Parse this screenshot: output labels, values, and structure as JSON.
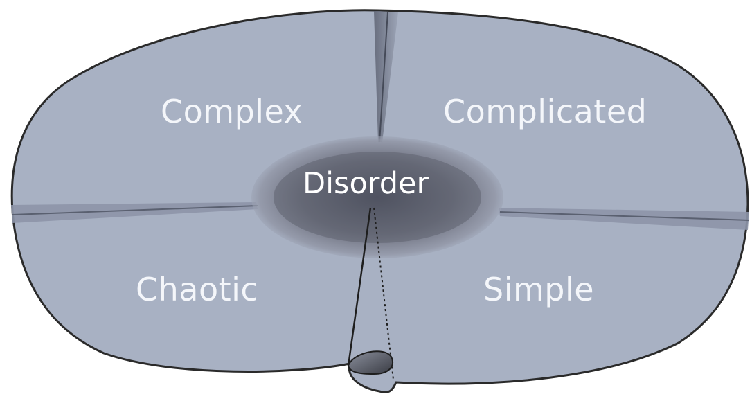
{
  "diagram": {
    "labels": {
      "complex": "Complex",
      "complicated": "Complicated",
      "chaotic": "Chaotic",
      "simple": "Simple",
      "center": "Disorder"
    },
    "colors": {
      "background": "#ffffff",
      "field": "#a8b1c3",
      "outline": "#2a2a2a",
      "center": "#6a6d7a",
      "label_text": "#f4f6fa"
    }
  }
}
